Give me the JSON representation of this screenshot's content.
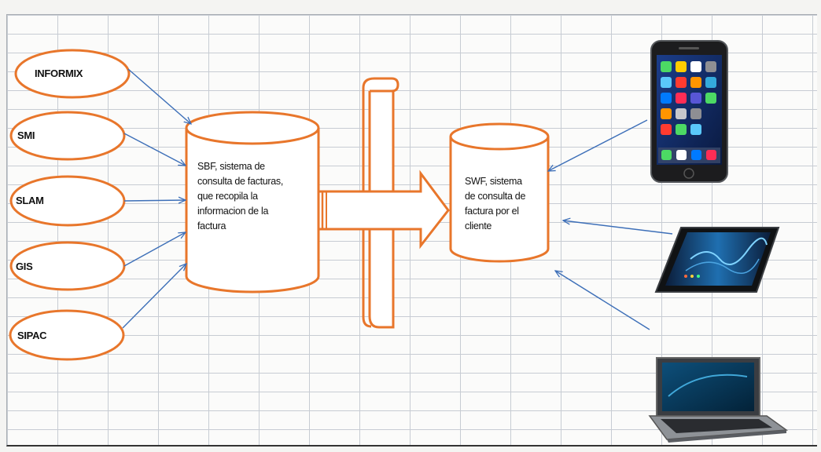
{
  "sources": [
    {
      "label": "INFORMIX"
    },
    {
      "label": "SMI"
    },
    {
      "label": "SLAM"
    },
    {
      "label": "GIS"
    },
    {
      "label": "SIPAC"
    }
  ],
  "sbf": {
    "line1": "SBF,  sistema de",
    "line2": "consulta de facturas,",
    "line3": "que recopila la",
    "line4": "informacion de la",
    "line5": "factura"
  },
  "swf": {
    "line1": "SWF,  sistema",
    "line2": "de consulta de",
    "line3": "factura  por el",
    "line4": "cliente"
  },
  "devices": [
    {
      "icon": "smartphone-icon"
    },
    {
      "icon": "tablet-icon"
    },
    {
      "icon": "laptop-icon"
    }
  ],
  "colors": {
    "shape_stroke": "#e8762b",
    "connector": "#3d6fb8",
    "grid": "#c7ccd3"
  }
}
